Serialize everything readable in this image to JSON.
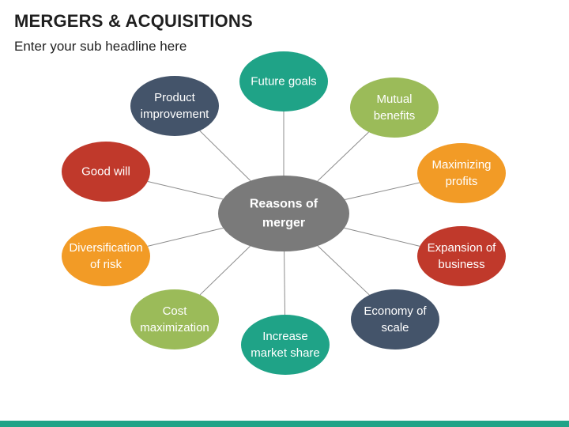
{
  "header": {
    "title": "MERGERS & ACQUISITIONS",
    "subtitle": "Enter your sub headline here"
  },
  "diagram": {
    "center": {
      "lines": [
        "Reasons of",
        "merger"
      ],
      "color": "#7a7a7a"
    },
    "nodes": [
      {
        "id": "future-goals",
        "lines": [
          "Future goals"
        ],
        "color": "#1fa387"
      },
      {
        "id": "mutual-benefits",
        "lines": [
          "Mutual",
          "benefits"
        ],
        "color": "#9bbb59"
      },
      {
        "id": "maximizing-profits",
        "lines": [
          "Maximizing",
          "profits"
        ],
        "color": "#f29b26"
      },
      {
        "id": "expansion-of-business",
        "lines": [
          "Expansion of",
          "business"
        ],
        "color": "#c0392b"
      },
      {
        "id": "economy-of-scale",
        "lines": [
          "Economy of",
          "scale"
        ],
        "color": "#44546a"
      },
      {
        "id": "increase-market-share",
        "lines": [
          "Increase",
          "market share"
        ],
        "color": "#1fa387"
      },
      {
        "id": "cost-maximization",
        "lines": [
          "Cost",
          "maximization"
        ],
        "color": "#9bbb59"
      },
      {
        "id": "diversification-of-risk",
        "lines": [
          "Diversification",
          "of risk"
        ],
        "color": "#f29b26"
      },
      {
        "id": "good-will",
        "lines": [
          "Good will"
        ],
        "color": "#c0392b"
      },
      {
        "id": "product-improvement",
        "lines": [
          "Product",
          "improvement"
        ],
        "color": "#44546a"
      }
    ]
  },
  "theme": {
    "connector_color": "#8c8c8c",
    "accent_bar": "#1fa387"
  }
}
